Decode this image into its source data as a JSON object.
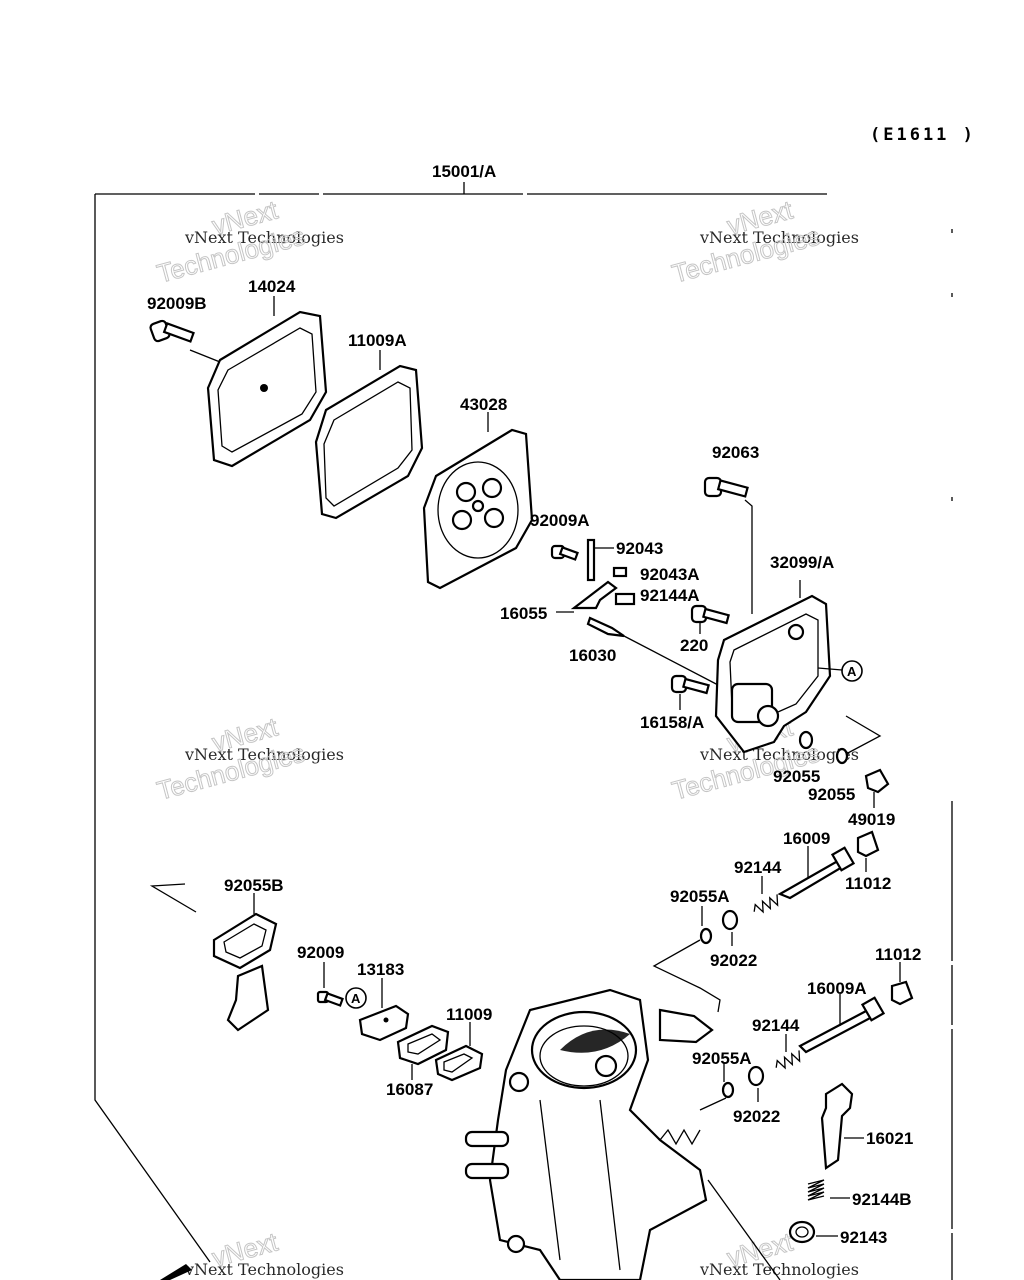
{
  "diagram": {
    "code": "(E1611 )",
    "assembly_label": "15001/A",
    "ref_mark": "A",
    "watermark": {
      "line1": "vNext Technologies",
      "line2": "vNext",
      "line3": "Technologies"
    },
    "labels": {
      "p92009B": "92009B",
      "p14024": "14024",
      "p11009A": "11009A",
      "p43028": "43028",
      "p92063": "92063",
      "p92009A": "92009A",
      "p92043": "92043",
      "p92043A": "92043A",
      "p32099A": "32099/A",
      "p92144A": "92144A",
      "p16055": "16055",
      "p220": "220",
      "p16030": "16030",
      "p16158A": "16158/A",
      "p92055_1": "92055",
      "p92055_2": "92055",
      "p49019": "49019",
      "p16009": "16009",
      "p92144_1": "92144",
      "p11012_1": "11012",
      "p92055A_1": "92055A",
      "p92022_1": "92022",
      "p92055B": "92055B",
      "p92009": "92009",
      "p13183": "13183",
      "p11012_2": "11012",
      "p16009A": "16009A",
      "p11009": "11009",
      "p92144_2": "92144",
      "p92055A_2": "92055A",
      "p16087": "16087",
      "p92022_2": "92022",
      "p16021": "16021",
      "p92144B": "92144B",
      "p92143": "92143"
    }
  }
}
